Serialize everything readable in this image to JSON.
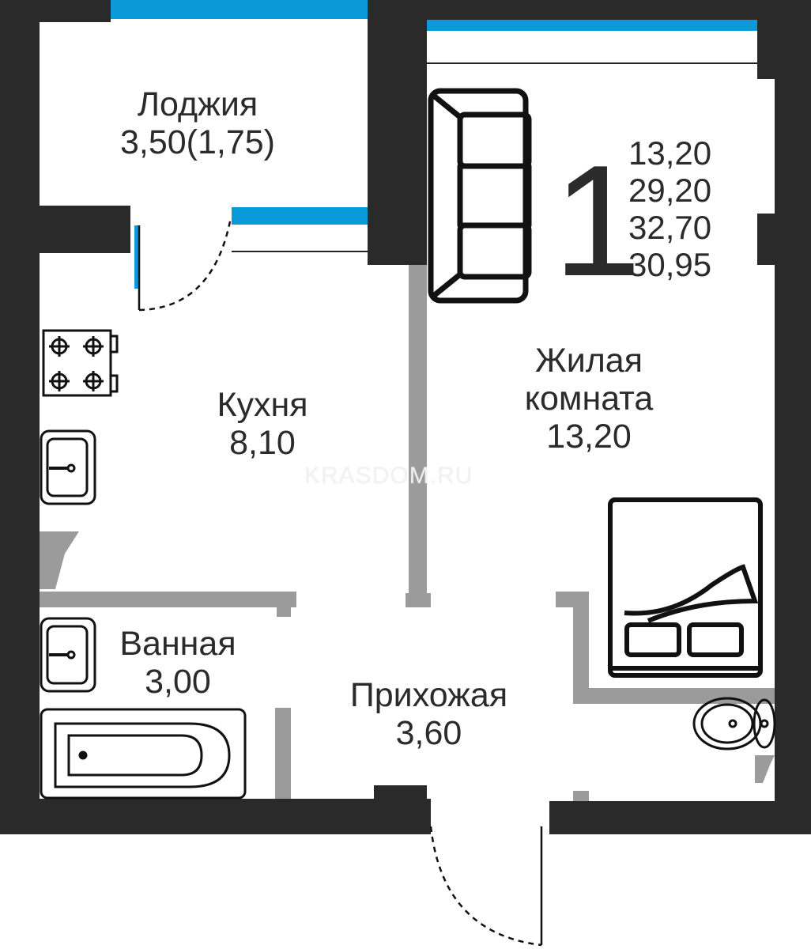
{
  "colors": {
    "wall": "#2b2a2a",
    "window": "#0a9ad9",
    "partition": "#9b9b9b",
    "line": "#111111"
  },
  "rooms": {
    "loggia": {
      "name": "Лоджия",
      "area": "3,50(1,75)"
    },
    "kitchen": {
      "name": "Кухня",
      "area": "8,10"
    },
    "living": {
      "name": "Жилая комната",
      "name_line1": "Жилая",
      "name_line2": "комната",
      "area": "13,20"
    },
    "bath": {
      "name": "Ванная",
      "area": "3,00"
    },
    "hall": {
      "name": "Прихожая",
      "area": "3,60"
    }
  },
  "summary": {
    "rooms_count": "1",
    "areas": [
      "13,20",
      "29,20",
      "32,70",
      "30,95"
    ]
  },
  "watermark": "KRASDOM.RU",
  "icons": [
    "sofa-icon",
    "bed-icon",
    "stove-icon",
    "sink-icon",
    "bathtub-icon",
    "toilet-icon",
    "door-swing-icon"
  ]
}
